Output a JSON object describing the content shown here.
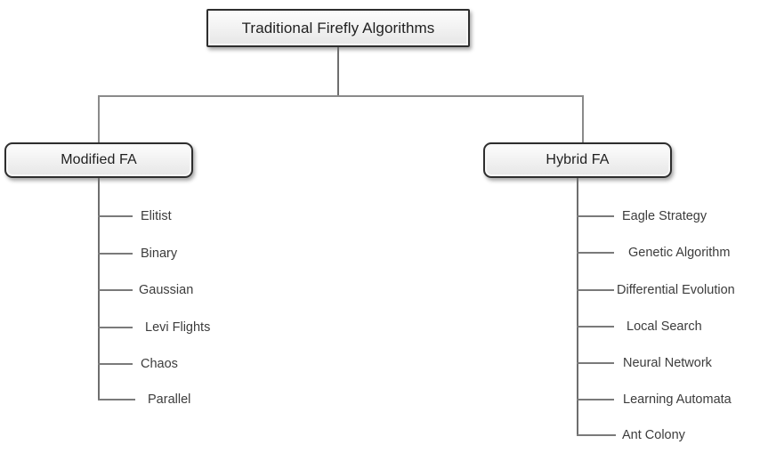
{
  "diagram": {
    "title": "Traditional Firefly Algorithms",
    "root": {
      "label": "Traditional Firefly Algorithms"
    },
    "branches": [
      {
        "id": "modified-fa",
        "label": "Modified FA",
        "leaves": [
          {
            "label": "Elitist"
          },
          {
            "label": "Binary"
          },
          {
            "label": "Gaussian"
          },
          {
            "label": "Levi Flights"
          },
          {
            "label": "Chaos"
          },
          {
            "label": "Parallel"
          }
        ]
      },
      {
        "id": "hybrid-fa",
        "label": "Hybrid FA",
        "leaves": [
          {
            "label": "Eagle Strategy"
          },
          {
            "label": "Genetic Algorithm"
          },
          {
            "label": "Differential Evolution"
          },
          {
            "label": "Local Search"
          },
          {
            "label": "Neural Network"
          },
          {
            "label": "Learning Automata"
          },
          {
            "label": "Ant Colony"
          }
        ]
      }
    ],
    "colors": {
      "background": "#ffffff",
      "line": "#6e6e6e",
      "box_border": "#2e2e2e",
      "box_fill_top": "#fdfdfd",
      "box_fill_bottom": "#e6e6e6",
      "text": "#1f1f1f",
      "leaf_text": "#3c3c3c"
    }
  }
}
